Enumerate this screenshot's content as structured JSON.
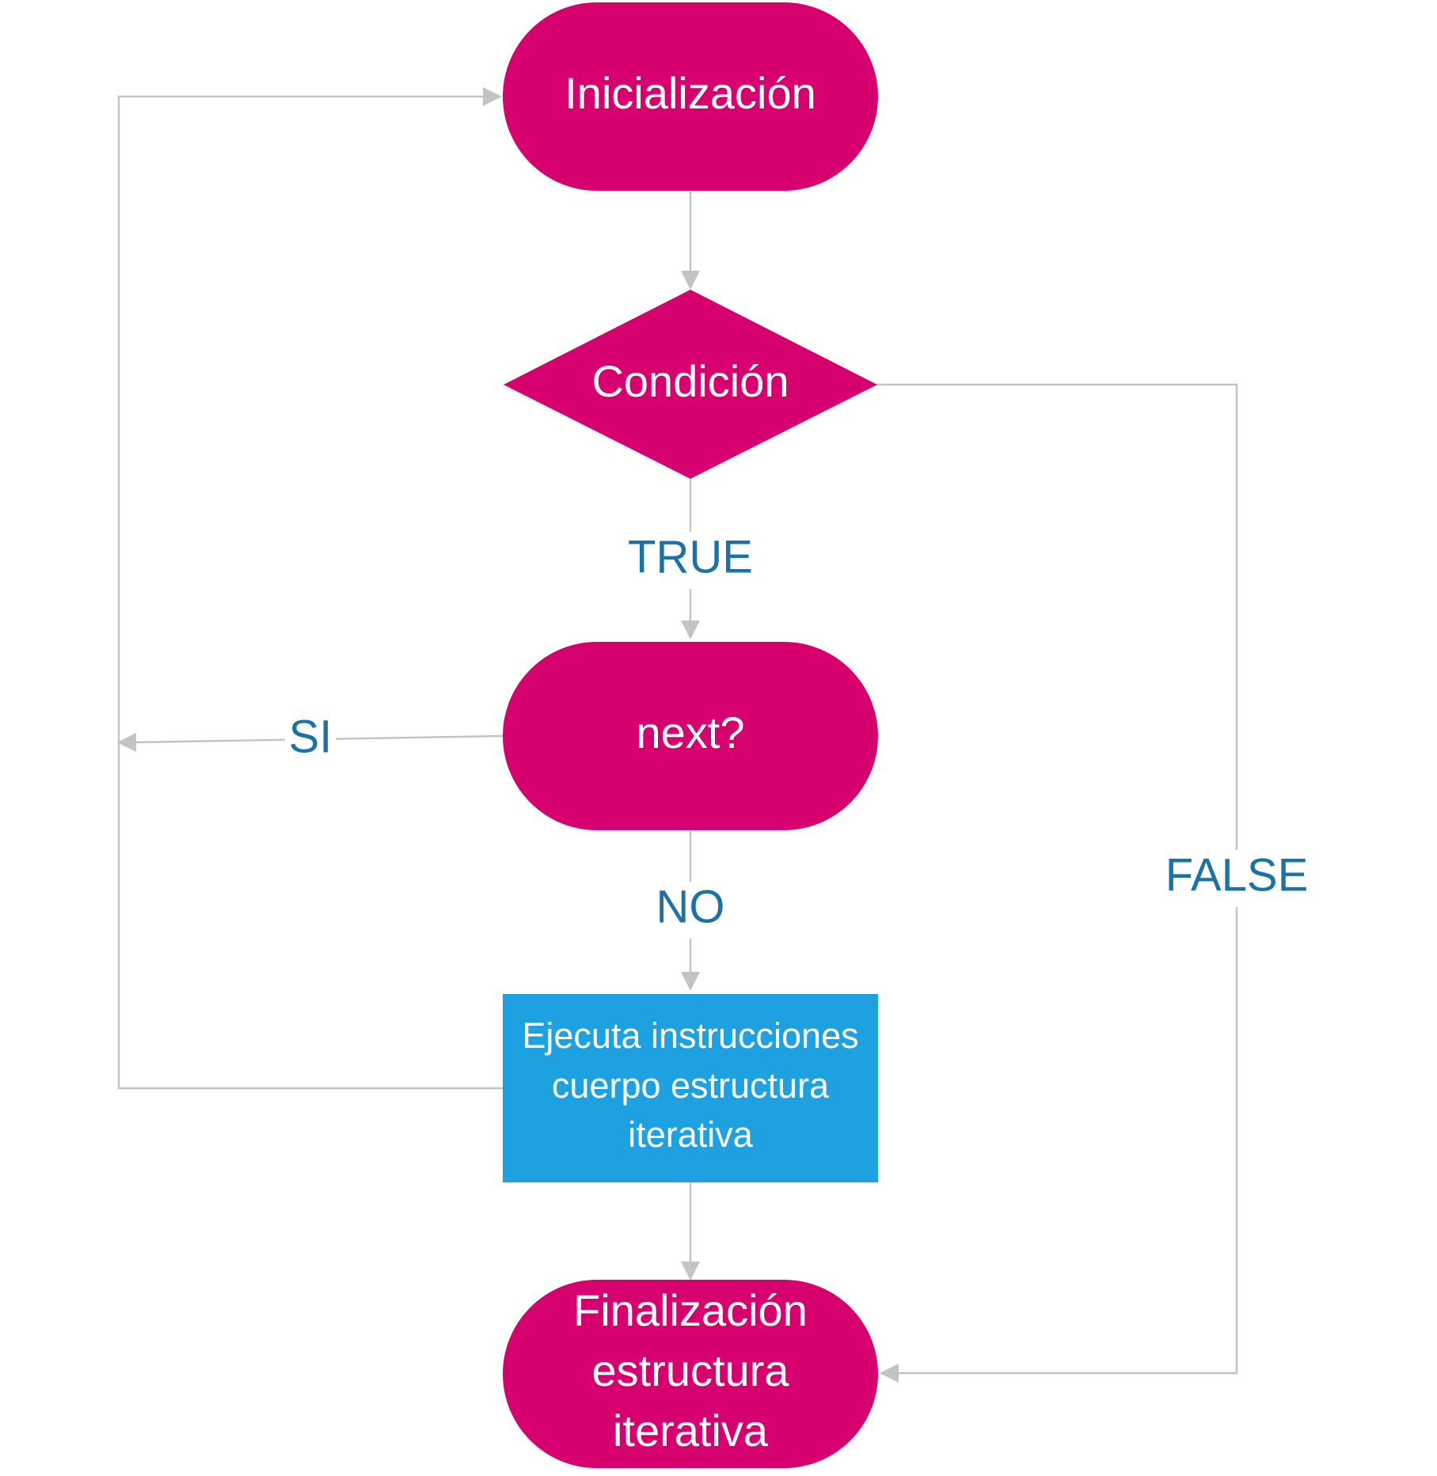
{
  "colors": {
    "terminal_fill": "#d6006e",
    "process_fill": "#1ea1e0",
    "connector": "#c3c3c3",
    "edge_label": "#1b72a6",
    "node_text": "#ffffff"
  },
  "nodes": {
    "init": {
      "label": "Inicialización"
    },
    "condition": {
      "label": "Condición"
    },
    "next": {
      "label": "next?"
    },
    "body": {
      "lines": [
        "Ejecuta instrucciones",
        "cuerpo estructura",
        "iterativa"
      ]
    },
    "end": {
      "lines": [
        "Finalización",
        "estructura",
        "iterativa"
      ]
    }
  },
  "edges": {
    "true_label": "TRUE",
    "false_label": "FALSE",
    "si_label": "SI",
    "no_label": "NO"
  }
}
